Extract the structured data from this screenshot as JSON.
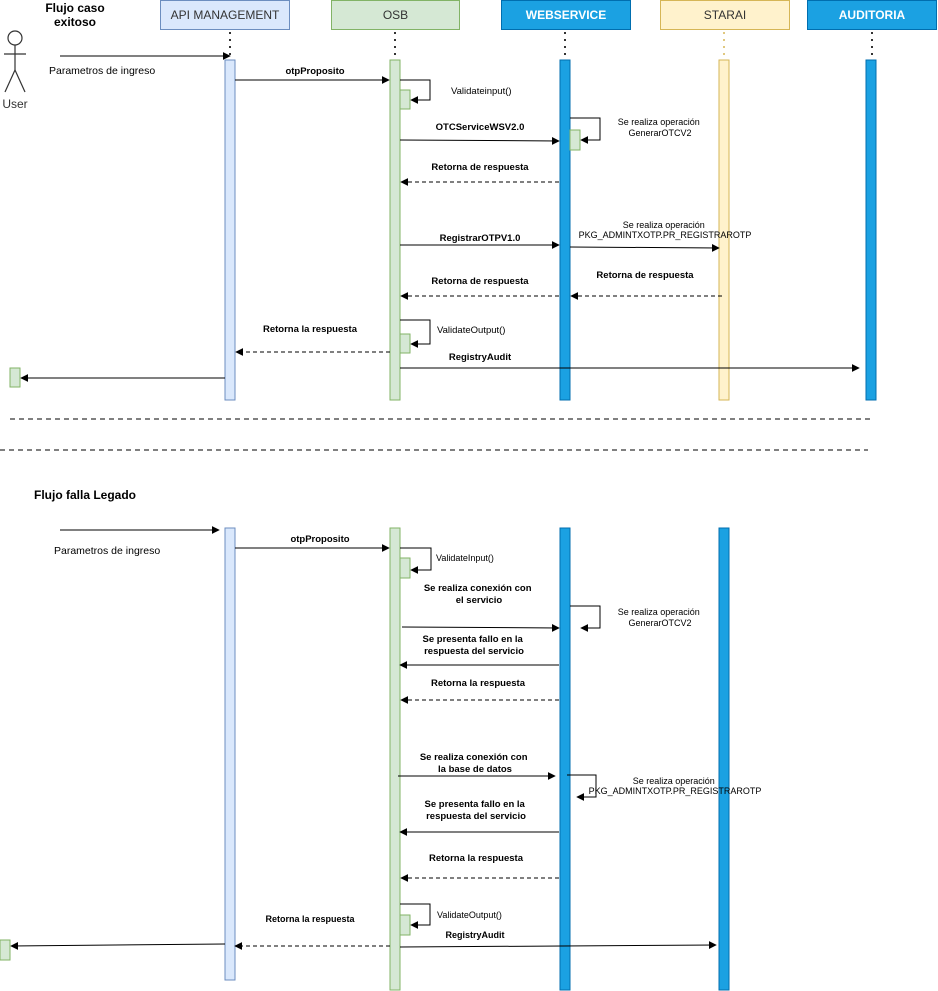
{
  "participants": {
    "api": {
      "label": "API MANAGEMENT",
      "fill": "#dae8fc",
      "stroke": "#6c8ebf",
      "text": "#333333"
    },
    "osb": {
      "label": "OSB",
      "fill": "#d5e8d4",
      "stroke": "#82b366",
      "text": "#333333"
    },
    "ws": {
      "label": "WEBSERVICE",
      "fill": "#1ba1e2",
      "stroke": "#006eaf",
      "text": "#ffffff"
    },
    "starai": {
      "label": "STARAI",
      "fill": "#fff2cc",
      "stroke": "#d6b656",
      "text": "#333333"
    },
    "auditoria": {
      "label": "AUDITORIA",
      "fill": "#1ba1e2",
      "stroke": "#006eaf",
      "text": "#ffffff"
    }
  },
  "actor": {
    "label": "User"
  },
  "section1": {
    "title": "Flujo caso\nexitoso",
    "messages": {
      "params": "Parametros de ingreso",
      "otp": "otpProposito",
      "validate_input": "Validateinput()",
      "otc_service": "OTCServiceWSV2.0",
      "op_generar": "Se realiza operación\nGenerarOTCV2",
      "retorna1": "Retorna de respuesta",
      "registrar": "RegistrarOTPV1.0",
      "op_pkg": "Se realiza operación\nPKG_ADMINTXOTP.PR_REGISTRAROTP",
      "retorna2": "Retorna de respuesta",
      "retorna3": "Retorna de respuesta",
      "validate_output": "ValidateOutput()",
      "retorna_la": "Retorna la respuesta",
      "registry": "RegistryAudit"
    }
  },
  "section2": {
    "title": "Flujo falla Legado",
    "messages": {
      "params": "Parametros de ingreso",
      "otp": "otpProposito",
      "validate_input": "ValidateInput()",
      "conexion_servicio": "Se realiza conexión con\nel servicio",
      "op_generar": "Se realiza operación\nGenerarOTCV2",
      "fallo1": "Se presenta fallo en la\nrespuesta del servicio",
      "retorna1": "Retorna la respuesta",
      "conexion_bd": "Se realiza conexión con\nla base de datos",
      "op_pkg": "Se realiza operación\nPKG_ADMINTXOTP.PR_REGISTRAROTP",
      "fallo2": "Se presenta fallo en la\nrespuesta del servicio",
      "retorna2": "Retorna la respuesta",
      "validate_output": "ValidateOutput()",
      "retorna_la": "Retorna la respuesta",
      "registry": "RegistryAudit"
    }
  }
}
